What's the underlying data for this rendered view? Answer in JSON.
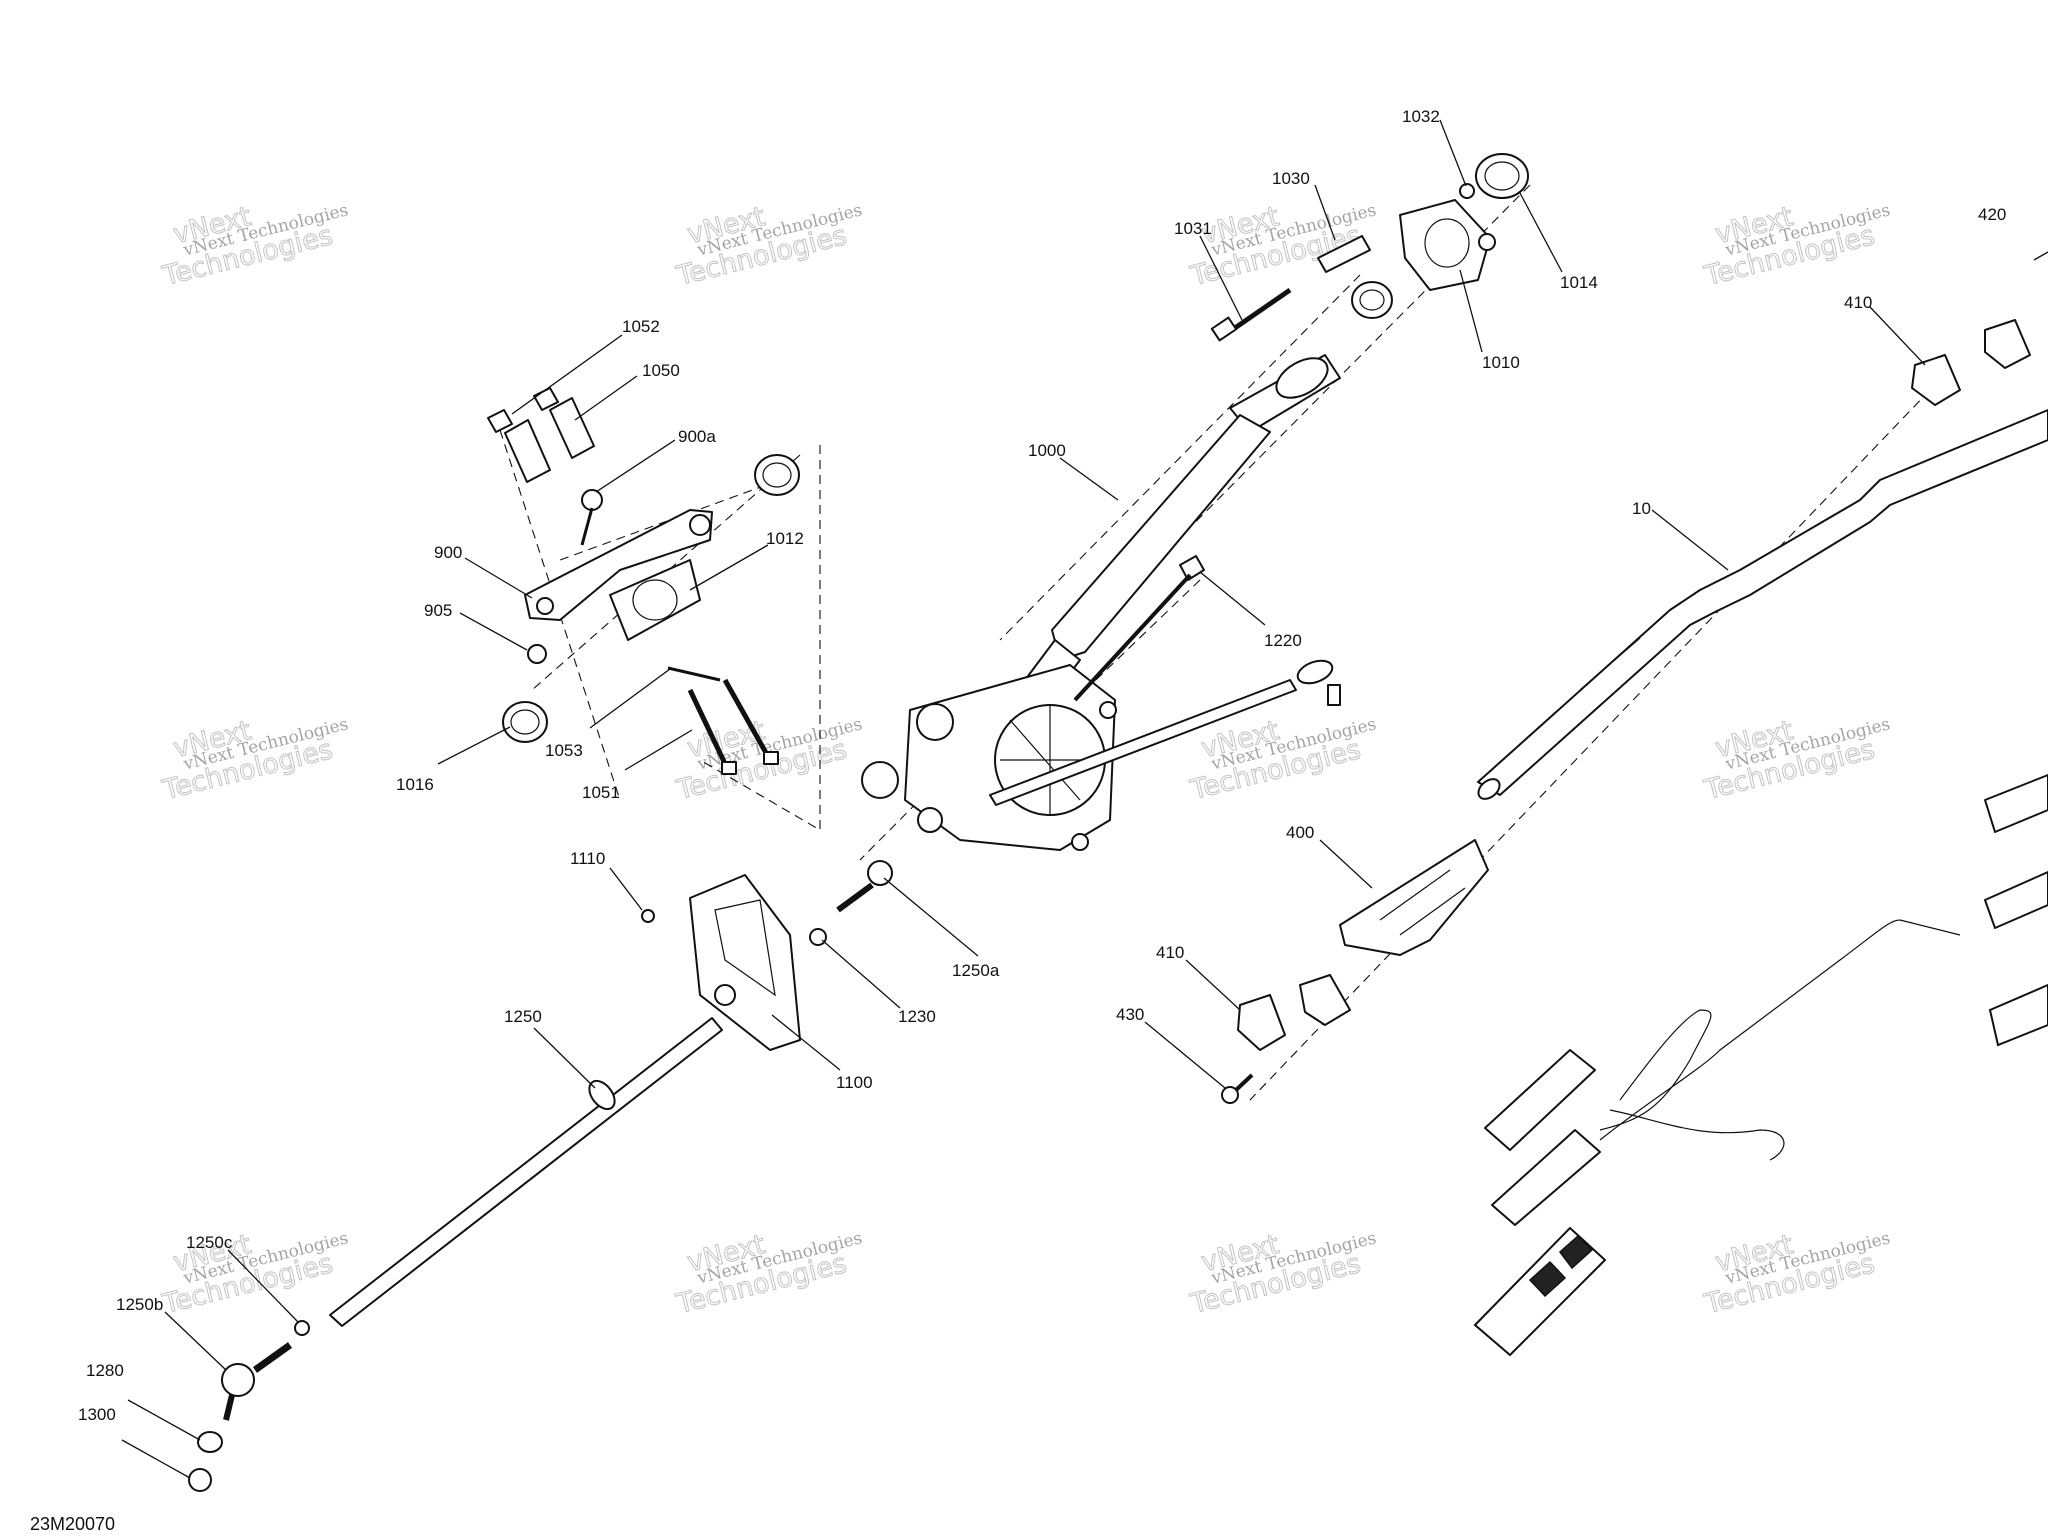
{
  "diagram": {
    "code": "23M20070",
    "watermark_line1": "vNext Technologies",
    "watermark_line2": "Technologies",
    "watermark_line3": "vNext",
    "callouts": {
      "c1032": "1032",
      "c1030": "1030",
      "c1031": "1031",
      "c1014": "1014",
      "c1010": "1010",
      "c420": "420",
      "c410a": "410",
      "c1052": "1052",
      "c1050": "1050",
      "c900a": "900a",
      "c1000": "1000",
      "c10": "10",
      "c900": "900",
      "c1012": "1012",
      "c905": "905",
      "c1220": "1220",
      "c1053": "1053",
      "c1016": "1016",
      "c1051": "1051",
      "c400": "400",
      "c1110": "1110",
      "c1250a": "1250a",
      "c410b": "410",
      "c1230": "1230",
      "c430": "430",
      "c1250": "1250",
      "c1100": "1100",
      "c1250c": "1250c",
      "c1250b": "1250b",
      "c1280": "1280",
      "c1300": "1300"
    }
  }
}
